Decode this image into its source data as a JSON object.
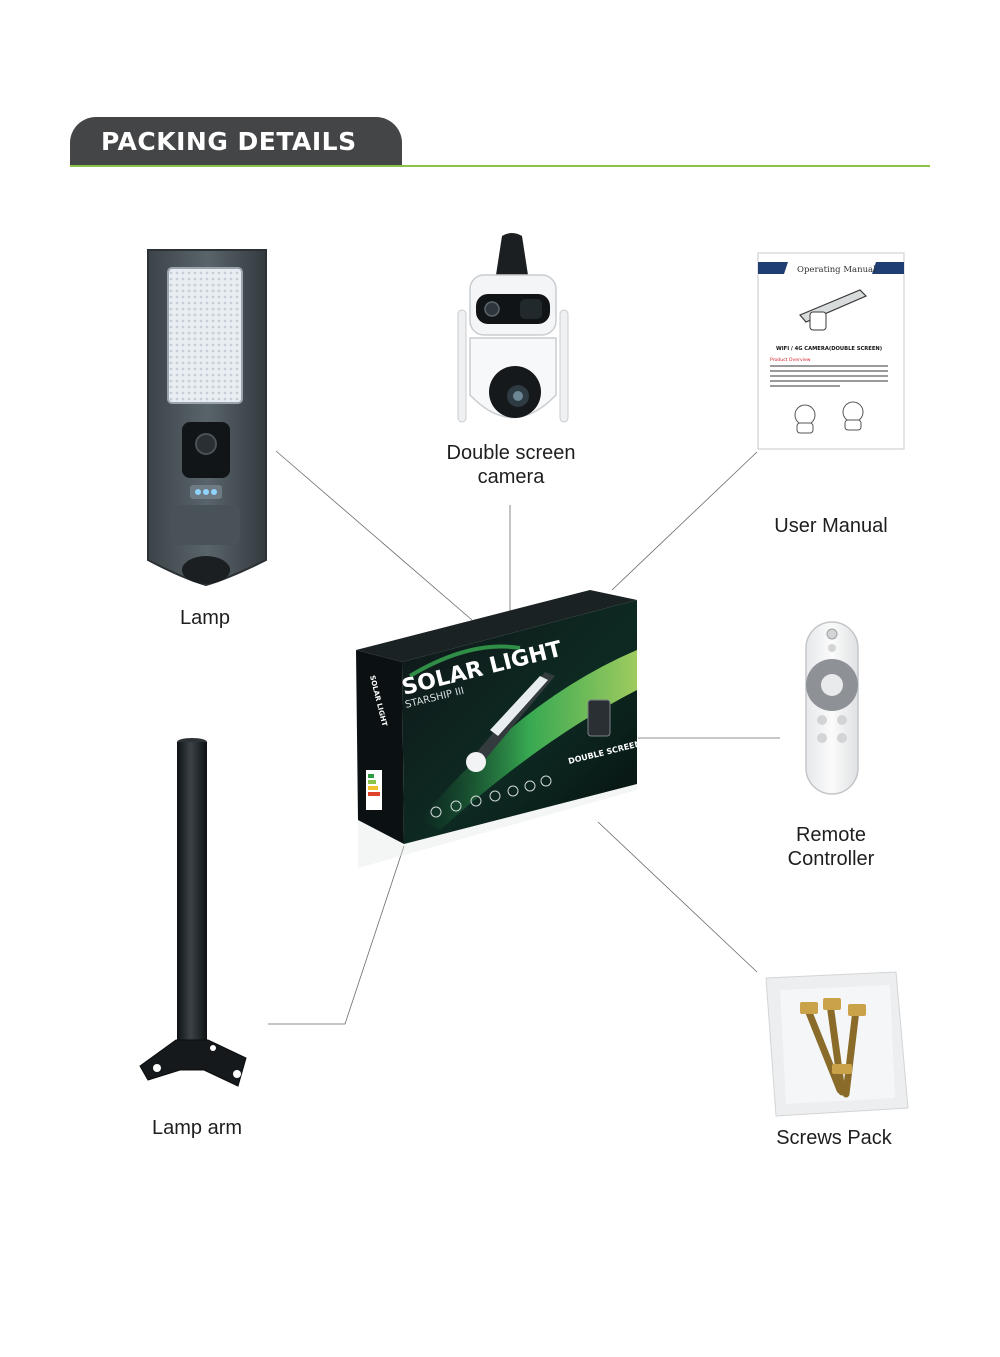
{
  "header": {
    "title": "PACKING DETAILS"
  },
  "items": {
    "camera": {
      "line1": "Double screen",
      "line2": "camera"
    },
    "manual": {
      "label": "User Manual",
      "title": "Operating Manual",
      "subtitle": "WIFI / 4G CAMERA(DOUBLE SCREEN)",
      "section": "Product Overview"
    },
    "lamp": {
      "label": "Lamp"
    },
    "remote": {
      "line1": "Remote",
      "line2": "Controller"
    },
    "arm": {
      "label": "Lamp arm"
    },
    "screws": {
      "label": "Screws Pack"
    }
  },
  "box": {
    "brand": "SOLAR LIGHT",
    "model": "STARSHIP III",
    "feature": "DOUBLE SCREEN",
    "side_text": "SOLAR LIGHT"
  },
  "colors": {
    "accent_line": "#8bc34a",
    "header_bg": "#444547",
    "box_dark": "#0f1a1c",
    "box_green": "#3fbf5a"
  }
}
